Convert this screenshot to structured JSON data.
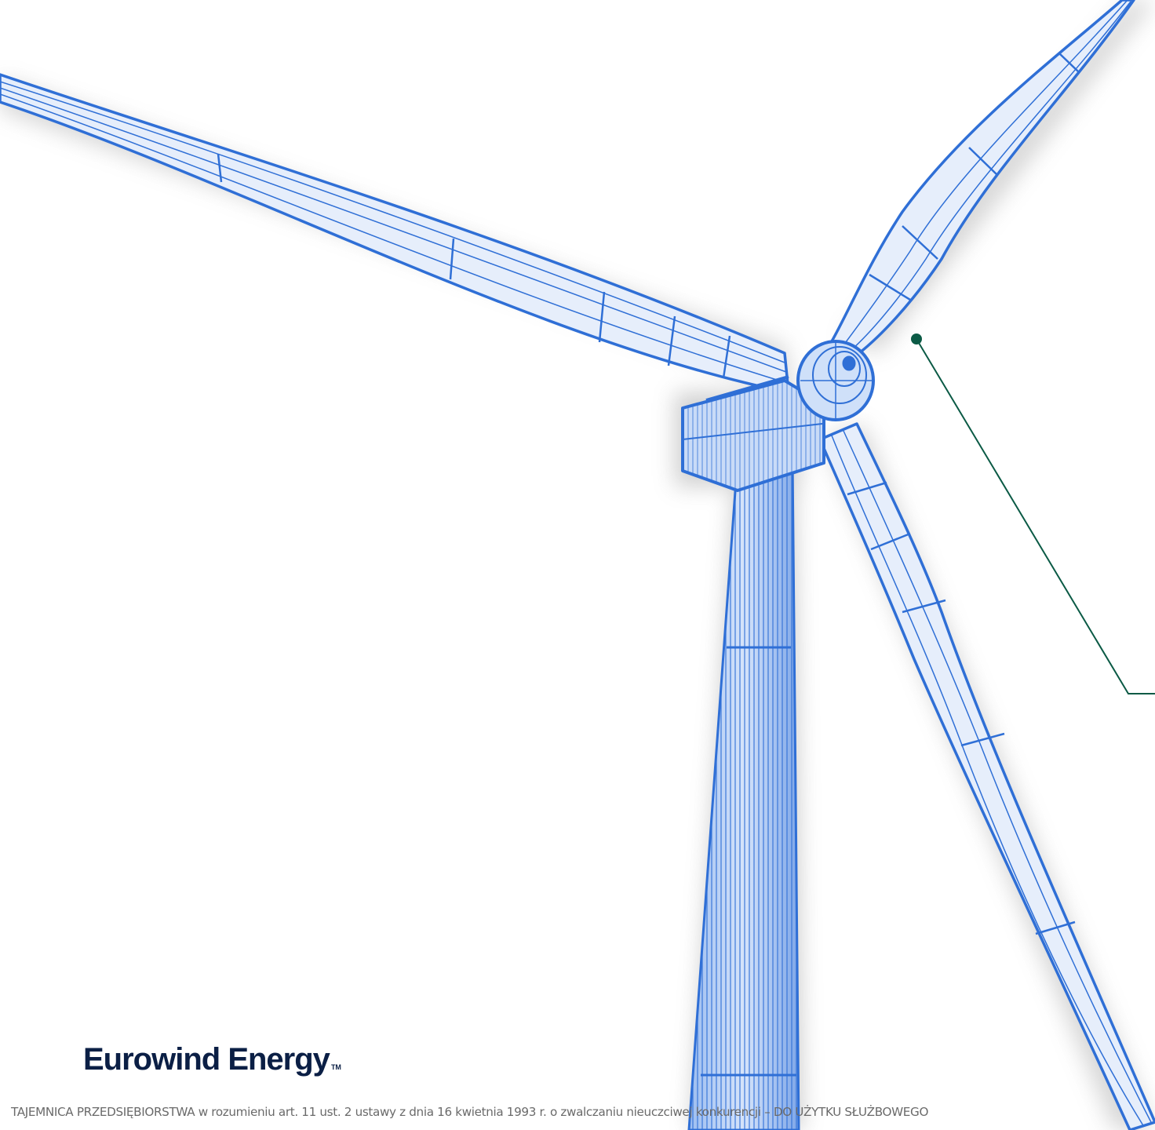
{
  "brand": {
    "name": "Eurowind Energy",
    "trademark": "TM",
    "color": "#0b1f45"
  },
  "footer": {
    "text": "TAJEMNICA PRZEDSIĘBIORSTWA w rozumieniu art. 11 ust. 2 ustawy z dnia 16 kwietnia 1993 r. o zwalczaniu nieuczciwej konkurencji – DO UŻYTKU SŁUŻBOWEGO"
  },
  "illustration": {
    "subject": "wind-turbine-wireframe",
    "wire_color": "#2f6fd6",
    "callout_color": "#0b5a45"
  }
}
